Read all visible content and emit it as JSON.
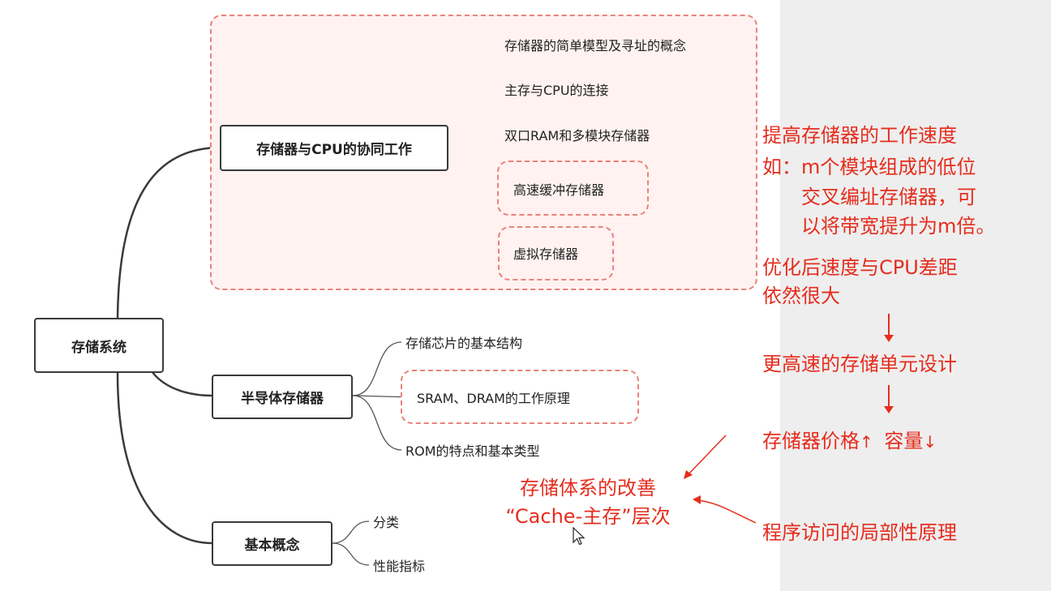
{
  "root": {
    "label": "存储系统"
  },
  "branch_cpu": {
    "label": "存储器与CPU的协同工作",
    "children": [
      "存储器的简单模型及寻址的概念",
      "主存与CPU的连接",
      "双口RAM和多模块存储器",
      "高速缓冲存储器",
      "虚拟存储器"
    ]
  },
  "branch_semi": {
    "label": "半导体存储器",
    "children": [
      "存储芯片的基本结构",
      "SRAM、DRAM的工作原理",
      "ROM的特点和基本类型"
    ]
  },
  "branch_basic": {
    "label": "基本概念",
    "children": [
      "分类",
      "性能指标"
    ]
  },
  "notes": {
    "speed_title": "提高存储器的工作速度",
    "speed_line1": "如：m个模块组成的低位",
    "speed_line2": "交叉编址存储器，可",
    "speed_line3": "以将带宽提升为m倍。",
    "gap_line1": "优化后速度与CPU差距",
    "gap_line2": "依然很大",
    "design": "更高速的存储单元设计",
    "price": "存储器价格",
    "capacity": "容量",
    "up_arrow": "↑",
    "down_arrow": "↓",
    "hier_line1": "存储体系的改善",
    "hier_line2": "“Cache-主存”层次",
    "locality": "程序访问的局部性原理"
  },
  "colors": {
    "accent": "#e52d1e",
    "dash": "#e8837a",
    "node_border": "#3a3a3a"
  }
}
